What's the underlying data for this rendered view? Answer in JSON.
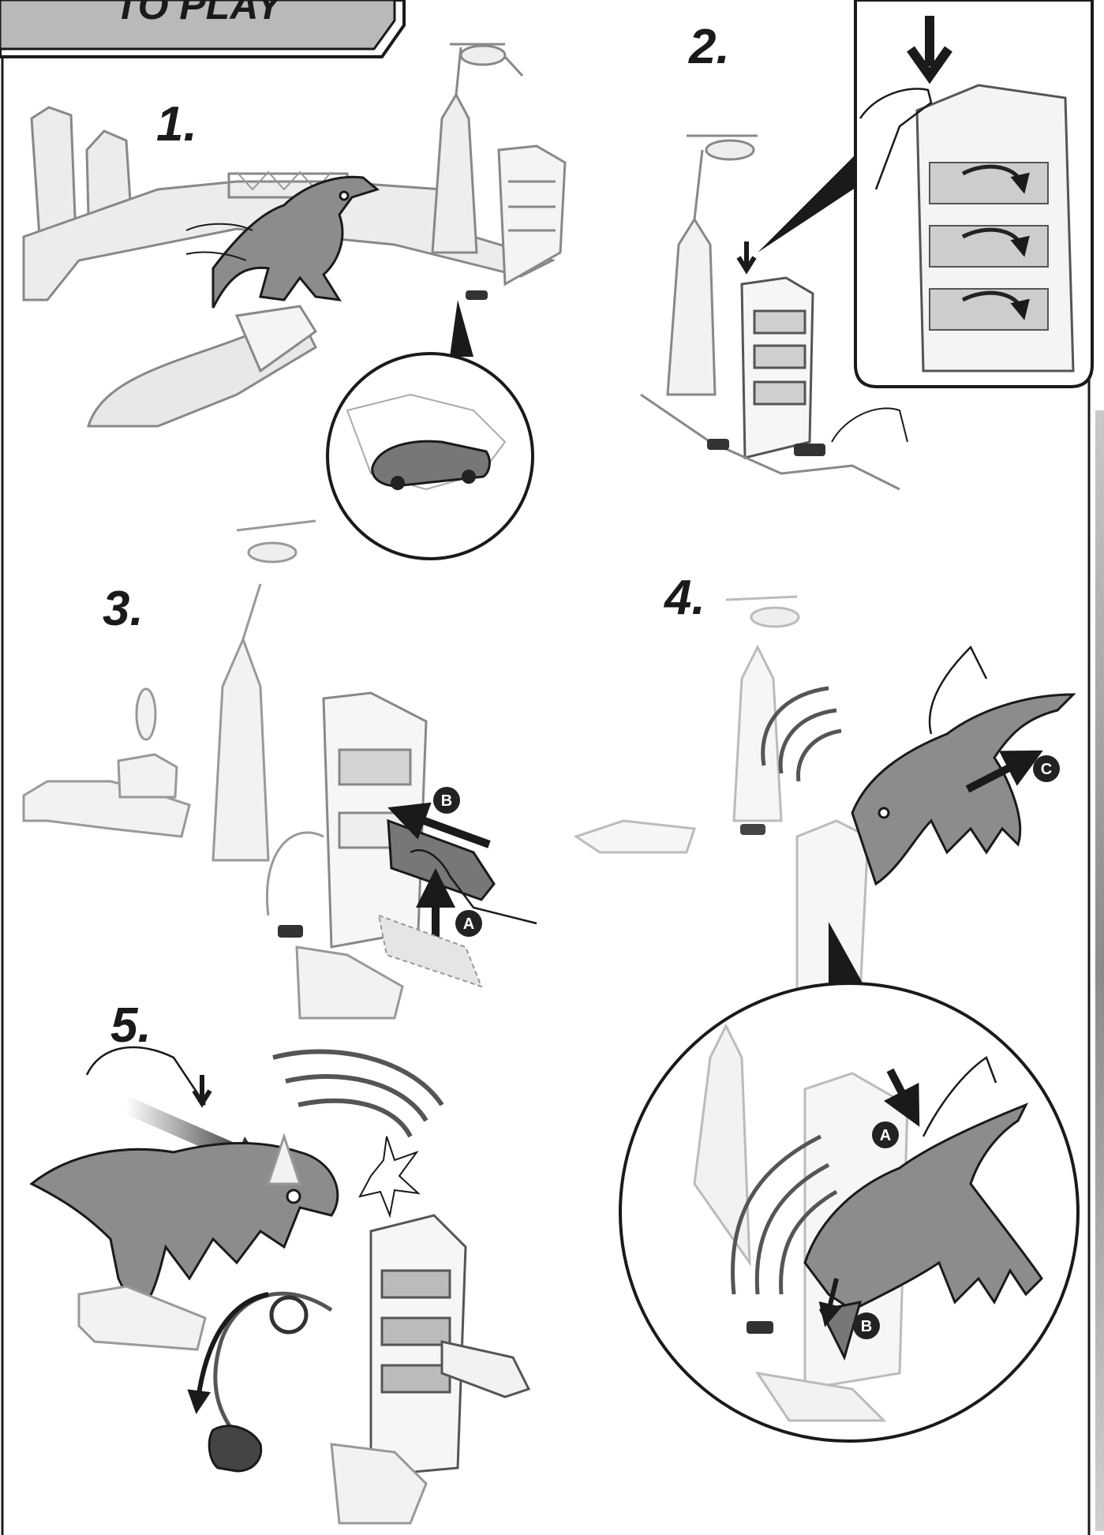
{
  "header": {
    "title": "TO PLAY"
  },
  "steps": [
    {
      "number": "1."
    },
    {
      "number": "2."
    },
    {
      "number": "3."
    },
    {
      "number": "4."
    },
    {
      "number": "5."
    }
  ],
  "callouts": {
    "step3": [
      "A",
      "B"
    ],
    "step4": [
      "C"
    ],
    "step4_detail": [
      "A",
      "B"
    ]
  },
  "colors": {
    "line": "#1a1a1a",
    "toy_gray": "#8c8c8c",
    "light_gray": "#d6d6d6",
    "dark_gray": "#555555",
    "side_bar": "#9a9a9a"
  }
}
